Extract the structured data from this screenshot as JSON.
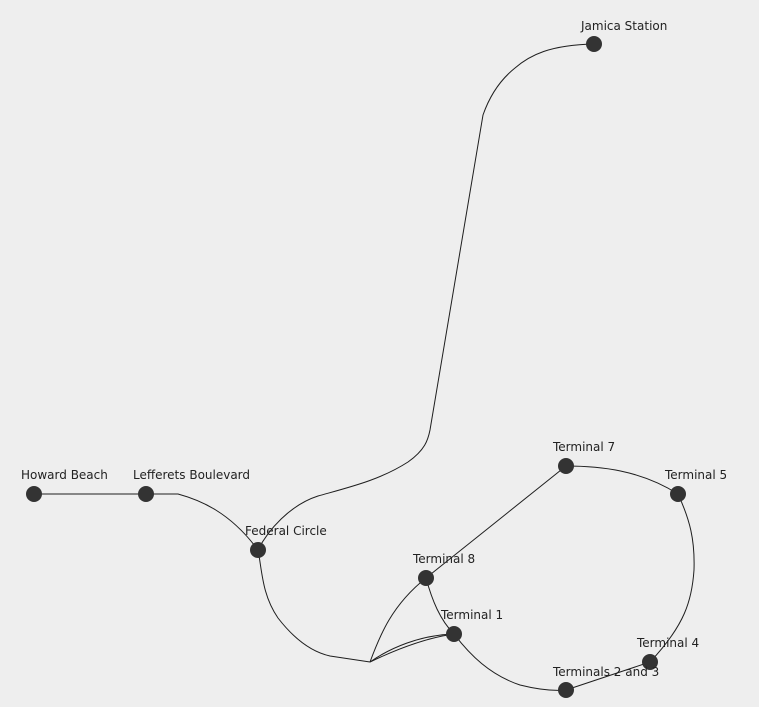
{
  "colors": {
    "background": "#eeeeee",
    "edge": "#1e1e1e",
    "node": "#333333",
    "label": "#222222"
  },
  "stations": {
    "howard_beach": "Howard Beach",
    "lefferets_boulevard": "Lefferets Boulevard",
    "federal_circle": "Federal Circle",
    "jamica_station": "Jamica Station",
    "terminal_7": "Terminal 7",
    "terminal_5": "Terminal 5",
    "terminal_8": "Terminal 8",
    "terminal_1": "Terminal 1",
    "terminal_4": "Terminal 4",
    "terminals_2_and_3": "Terminals 2 and 3"
  }
}
